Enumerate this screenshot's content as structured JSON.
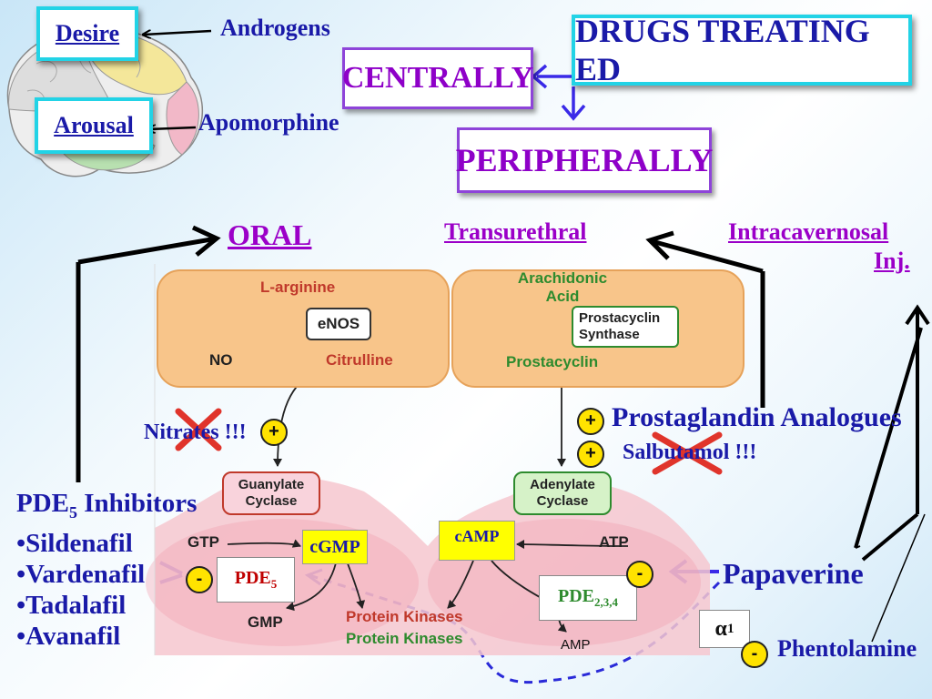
{
  "header": {
    "desire": "Desire",
    "arousal": "Arousal",
    "androgens": "Androgens",
    "apomorphine": "Apomorphine",
    "title": "DRUGS TREATING ED",
    "centrally": "CENTRALLY",
    "peripherally": "PERIPHERALLY"
  },
  "routes": {
    "oral": "ORAL",
    "transurethral": "Transurethral",
    "intracavernosal_line1": "Intracavernosal",
    "intracavernosal_line2": "Inj."
  },
  "pathway_left": {
    "l_arginine": "L-arginine",
    "enos": "eNOS",
    "no": "NO",
    "citrulline": "Citrulline",
    "guanylate_line1": "Guanylate",
    "guanylate_line2": "Cyclase",
    "gtp": "GTP",
    "cgmp": "cGMP",
    "pde5_base": "PDE",
    "pde5_sub": "5",
    "gmp": "GMP",
    "pk_red": "Protein Kinases",
    "pk_green": "Protein Kinases"
  },
  "pathway_right": {
    "arachidonic_line1": "Arachidonic",
    "arachidonic_line2": "Acid",
    "prost_syn_line1": "Prostacyclin",
    "prost_syn_line2": "Synthase",
    "prostacyclin": "Prostacyclin",
    "adenylate_line1": "Adenylate",
    "adenylate_line2": "Cyclase",
    "atp": "ATP",
    "camp": "cAMP",
    "pde234_base": "PDE",
    "pde234_sub": "2,3,4",
    "amp": "AMP"
  },
  "drugs": {
    "nitrates": "Nitrates !!!",
    "prostaglandin": "Prostaglandin Analogues",
    "salbutamol": "Salbutamol !!!",
    "pde5_inhibitors_base": "PDE",
    "pde5_inhibitors_sub": "5",
    "pde5_inhibitors_rest": " Inhibitors",
    "list": [
      "•Sildenafil",
      "•Vardenafil",
      "•Tadalafil",
      "•Avanafil"
    ],
    "papaverine": "Papaverine",
    "alpha": "α",
    "alpha_sub": "1",
    "phentolamine": "Phentolamine"
  },
  "signs": {
    "plus": "+",
    "minus": "-"
  }
}
